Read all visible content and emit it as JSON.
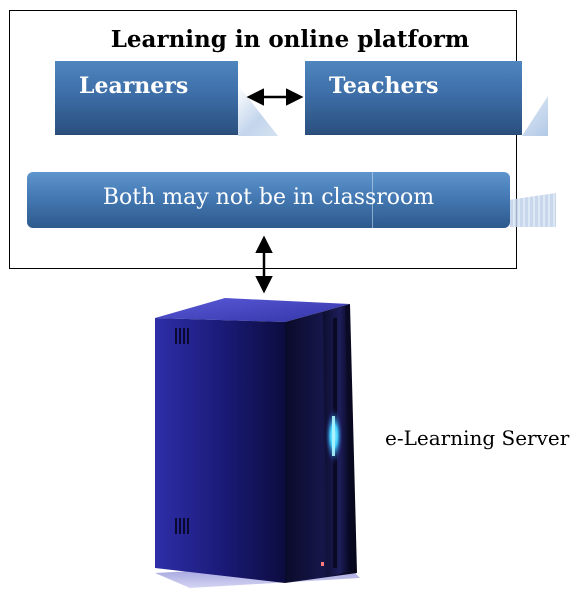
{
  "diagram": {
    "title": "Learning in online platform",
    "learners_label": "Learners",
    "teachers_label": "Teachers",
    "both_label": "Both may not be in classroom",
    "server_label": "e-Learning Server"
  },
  "colors": {
    "box_top": "#4f86be",
    "box_bottom": "#2b507e",
    "server_body": "#1a1a6e",
    "server_light": "#3fd0ff"
  },
  "icons": {
    "server": "server-tower-icon",
    "arrows": [
      "double-arrow-horizontal-icon",
      "double-arrow-vertical-icon"
    ]
  }
}
